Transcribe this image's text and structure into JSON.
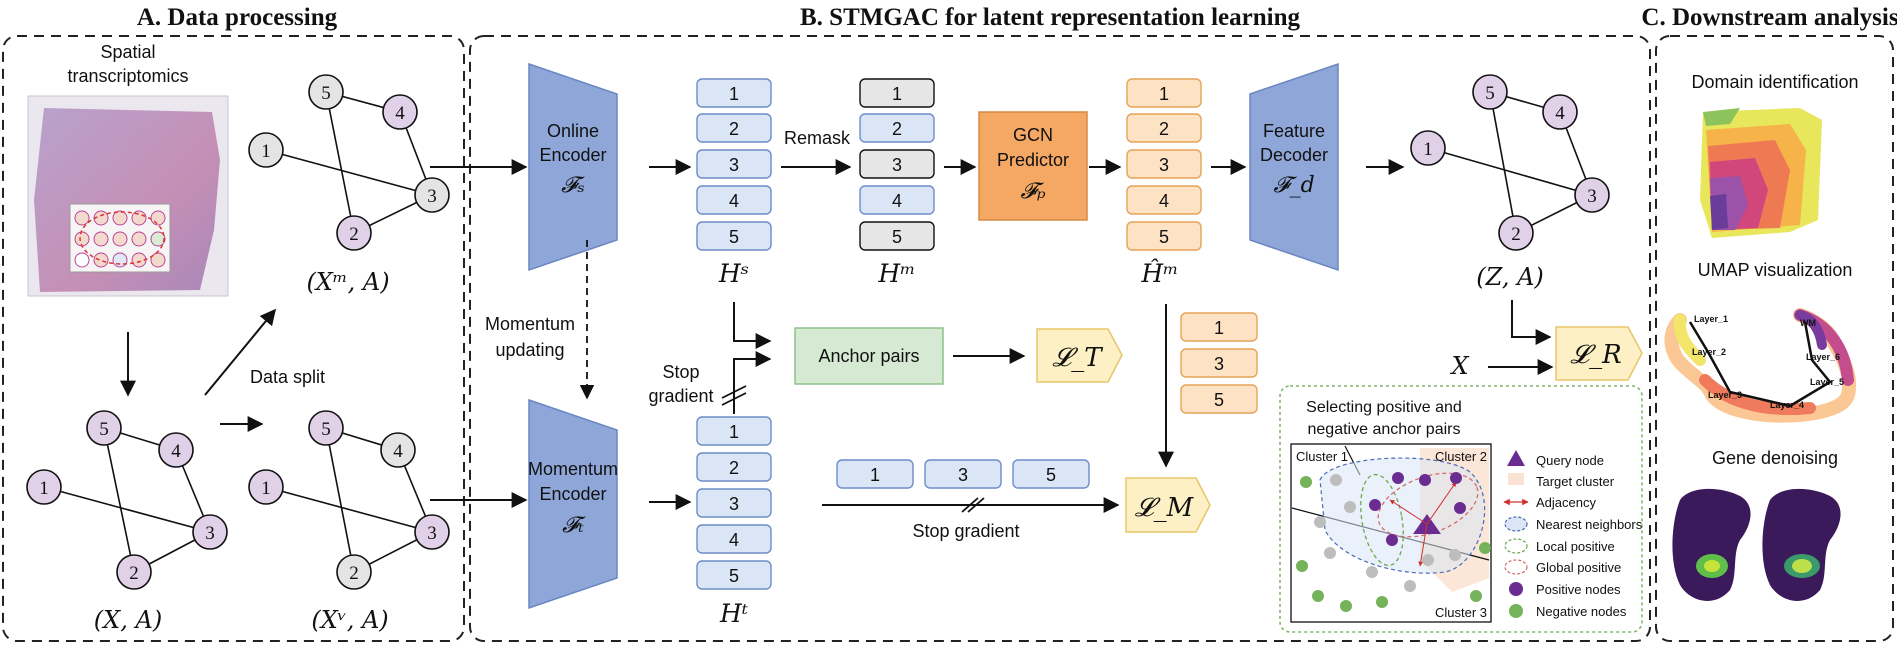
{
  "sections": {
    "a_title": "A.  Data processing",
    "b_title": "B.  STMGAC for latent representation learning",
    "c_title": "C.  Downstream analysis"
  },
  "panel_a": {
    "spatial_label_line1": "Spatial",
    "spatial_label_line2": "transcriptomics",
    "data_split": "Data split",
    "xm_label": "(Xᵐ, A)",
    "x_label": "(X, A)",
    "xv_label": "(Xᵛ, A)"
  },
  "panel_b": {
    "online_line1": "Online",
    "online_line2": "Encoder",
    "online_sym": "𝓕ₛ",
    "momentum_line1": "Momentum",
    "momentum_line2": "Encoder",
    "momentum_sym": "𝓕ₜ",
    "momentum_updating_line1": "Momentum",
    "momentum_updating_line2": "updating",
    "remask": "Remask",
    "gcn_line1": "GCN",
    "gcn_line2": "Predictor",
    "gcn_sym": "𝓕ₚ",
    "decoder_line1": "Feature",
    "decoder_line2": "Decoder",
    "decoder_sym": "𝓕_d",
    "hs_label": "Hˢ",
    "hm_label": "Hᵐ",
    "hhat_label": "Ĥᵐ",
    "ht_label": "Hᵗ",
    "anchor_pairs": "Anchor pairs",
    "stop_gradient_line1": "Stop",
    "stop_gradient_line2": "gradient",
    "stop_gradient": "Stop gradient",
    "loss_t": "𝓛_T",
    "loss_m": "𝓛_M",
    "loss_r": "𝓛_R",
    "za_label": "(Z, A)",
    "x_input": "X",
    "stack_items": [
      "1",
      "2",
      "3",
      "4",
      "5"
    ],
    "odd_items": [
      "1",
      "3",
      "5"
    ]
  },
  "selection": {
    "title_line1": "Selecting positive and",
    "title_line2": "negative anchor pairs",
    "cluster1": "Cluster 1",
    "cluster2": "Cluster 2",
    "cluster3": "Cluster 3",
    "legend": [
      "Query node",
      "Target cluster",
      "Adjacency",
      "Nearest neighbors",
      "Local positive",
      "Global positive",
      "Positive nodes",
      "Negative nodes"
    ]
  },
  "panel_c": {
    "domain": "Domain identification",
    "umap": "UMAP visualization",
    "gene": "Gene denoising",
    "umap_labels": [
      "Layer_1",
      "Layer_2",
      "Layer_3",
      "Layer_4",
      "Layer_5",
      "Layer_6",
      "WM"
    ]
  },
  "colors": {
    "encoder": "#8ea7d8",
    "blue_box": "#dae5f6",
    "blue_stroke": "#6d8cc7",
    "orange_box": "#fde3c4",
    "orange_stroke": "#e6a256",
    "gcn": "#f4a864",
    "anchor": "#d6ead3",
    "loss": "#fdf0c4",
    "purple_node": "#e0d0e8",
    "gray_node": "#e4e4e4",
    "gray_box": "#e6e6e6",
    "positive": "#6a2c91",
    "negative": "#74b35a",
    "neighbor_gray": "#bdbdbd"
  }
}
